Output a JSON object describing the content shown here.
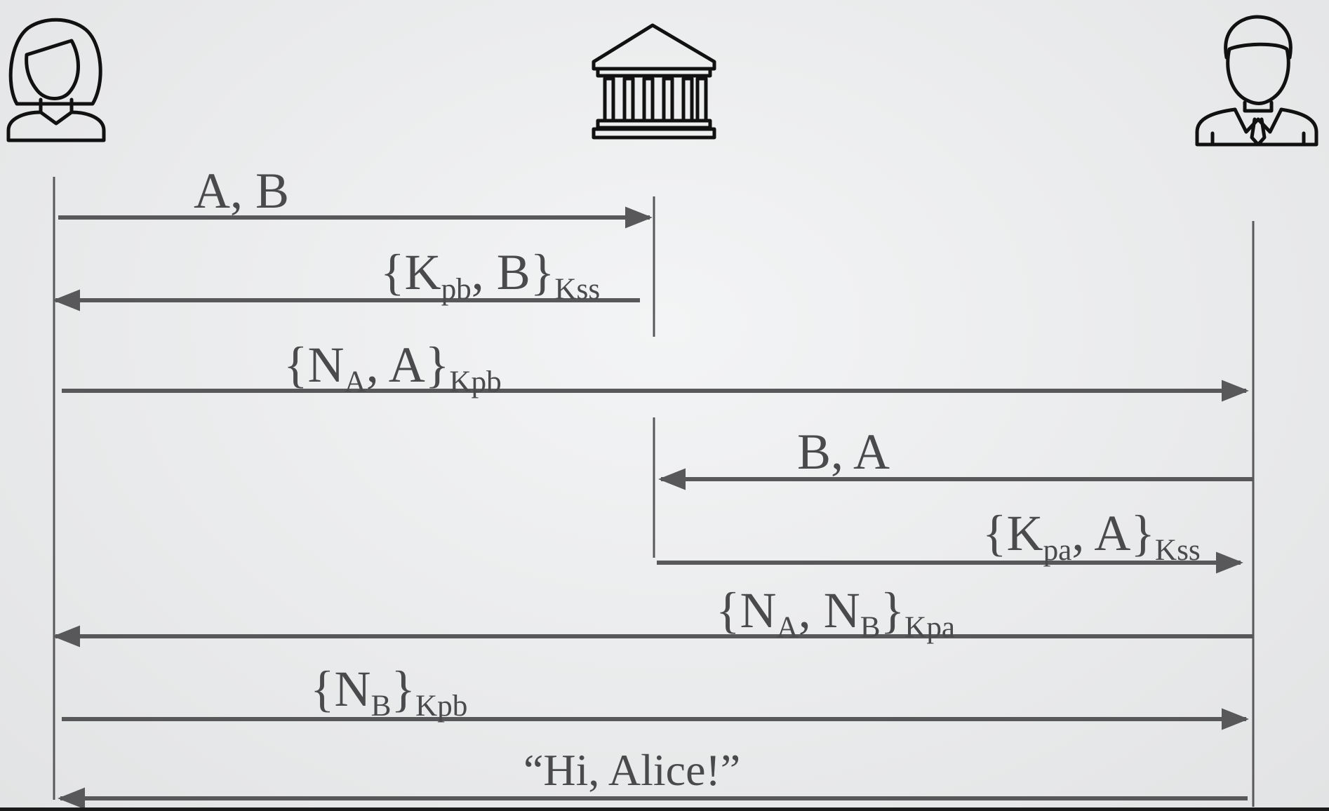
{
  "colors": {
    "line": "#58585a",
    "text": "#4a4a4c",
    "background": "#ebeced"
  },
  "participants": [
    {
      "name": "alice",
      "icon": "woman-user-icon"
    },
    {
      "name": "server",
      "icon": "bank-building-icon"
    },
    {
      "name": "bob",
      "icon": "man-user-icon"
    }
  ],
  "messages": [
    {
      "from": "alice",
      "to": "server",
      "main": "A, B"
    },
    {
      "from": "server",
      "to": "alice",
      "p1": "{K",
      "s1": "pb",
      "p2": ", B}",
      "s2": "Kss"
    },
    {
      "from": "alice",
      "to": "bob",
      "p1": "{N",
      "s1": "A",
      "p2": ", A}",
      "s2": "Kpb"
    },
    {
      "from": "bob",
      "to": "server",
      "main": "B, A"
    },
    {
      "from": "server",
      "to": "bob",
      "p1": "{K",
      "s1": "pa",
      "p2": ", A}",
      "s2": "Kss"
    },
    {
      "from": "bob",
      "to": "alice",
      "p1": "{N",
      "s1": "A",
      "p2": ", N",
      "s2": "B",
      "p3": "}",
      "s3": "Kpa"
    },
    {
      "from": "alice",
      "to": "bob",
      "p1": "{N",
      "s1": "B",
      "p2": "}",
      "s2": "Kpb"
    },
    {
      "from": "bob",
      "to": "alice",
      "main": "“Hi, Alice!”"
    }
  ]
}
